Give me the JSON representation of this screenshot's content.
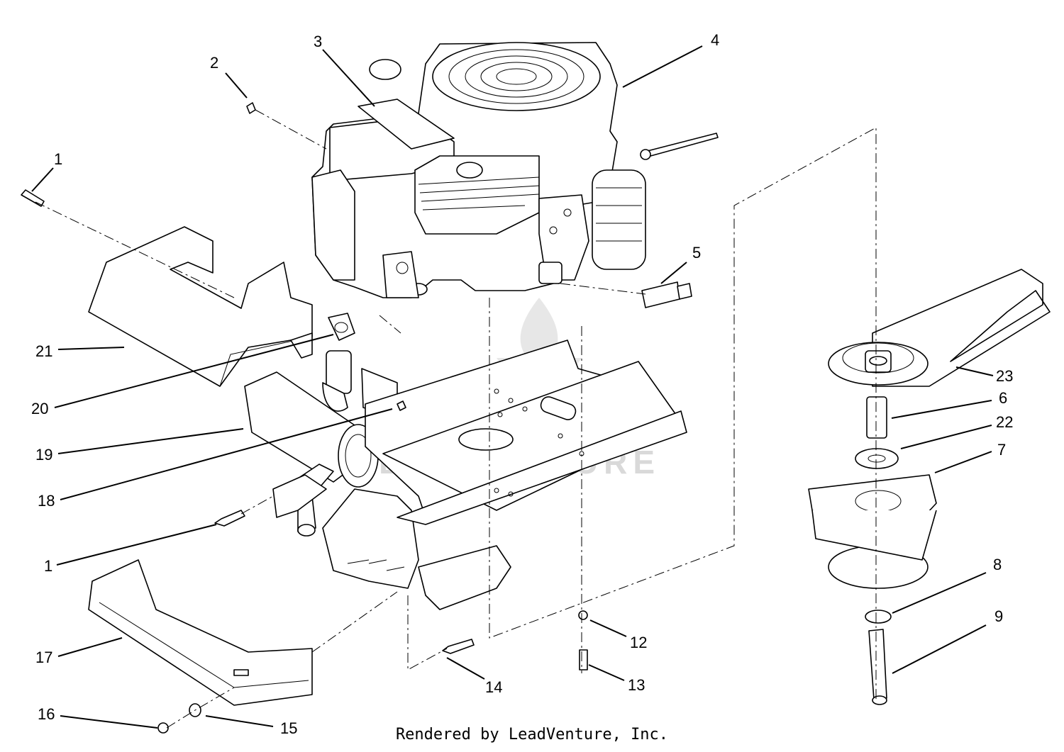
{
  "watermark": "LEADVENTURE",
  "footer": "Rendered by LeadVenture, Inc.",
  "callouts": [
    {
      "id": "c1a",
      "label": "1"
    },
    {
      "id": "c2",
      "label": "2"
    },
    {
      "id": "c3",
      "label": "3"
    },
    {
      "id": "c4",
      "label": "4"
    },
    {
      "id": "c5",
      "label": "5"
    },
    {
      "id": "c21",
      "label": "21"
    },
    {
      "id": "c20",
      "label": "20"
    },
    {
      "id": "c19",
      "label": "19"
    },
    {
      "id": "c18",
      "label": "18"
    },
    {
      "id": "c1b",
      "label": "1"
    },
    {
      "id": "c17",
      "label": "17"
    },
    {
      "id": "c16",
      "label": "16"
    },
    {
      "id": "c15",
      "label": "15"
    },
    {
      "id": "c14",
      "label": "14"
    },
    {
      "id": "c13",
      "label": "13"
    },
    {
      "id": "c12",
      "label": "12"
    },
    {
      "id": "c23",
      "label": "23"
    },
    {
      "id": "c6",
      "label": "6"
    },
    {
      "id": "c22",
      "label": "22"
    },
    {
      "id": "c7",
      "label": "7"
    },
    {
      "id": "c8",
      "label": "8"
    },
    {
      "id": "c9",
      "label": "9"
    }
  ]
}
